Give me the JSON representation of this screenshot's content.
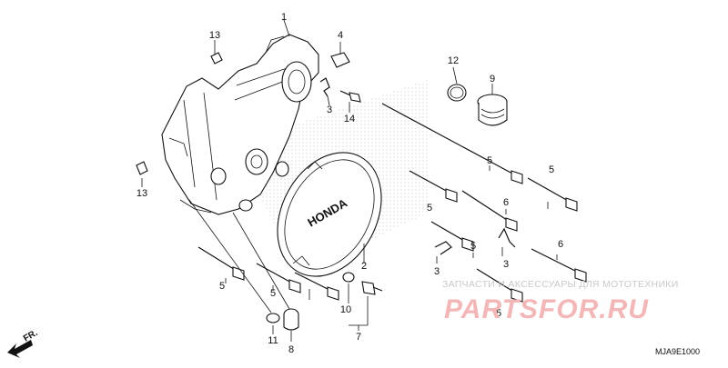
{
  "diagram": {
    "callouts": [
      "1",
      "2",
      "3",
      "3",
      "3",
      "4",
      "5",
      "5",
      "5",
      "5",
      "5",
      "5",
      "5",
      "6",
      "6",
      "7",
      "8",
      "9",
      "10",
      "11",
      "12",
      "13",
      "13",
      "14"
    ],
    "cover_logo": "HONDA",
    "direction_label": "FR.",
    "diagram_code": "MJA9E1000"
  },
  "watermark": {
    "caption": "ЗАПЧАСТИ И АКСЕССУАРЫ ДЛЯ МОТОТЕХНИКИ",
    "brand": "PARTSFOR.RU"
  },
  "colors": {
    "line": "#111111",
    "watermark_text": "#c9c9c9",
    "watermark_brand": "#f3b7b7",
    "background": "#ffffff"
  }
}
